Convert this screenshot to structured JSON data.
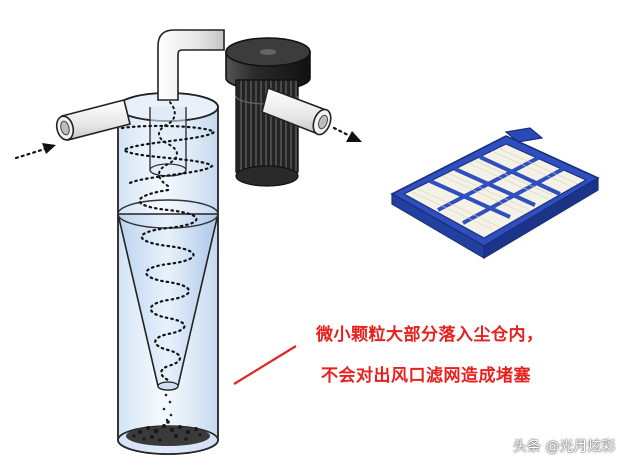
{
  "annotation": {
    "line1": "微小颗粒大部分落入尘仓内，",
    "line2": "不会对出风口滤网造成堵塞"
  },
  "watermark": "头条 @光月炫彩",
  "colors": {
    "annotation_red": "#e8201e",
    "cyclone_glass": "#d6e6f6",
    "filter_frame_blue": "#2f4fbf",
    "filter_media": "#f4f1e6",
    "motor_dark": "#2c2c2c",
    "pipe_white": "#f4f4f4"
  },
  "icons": {
    "inlet_arrow": "arrow-right-icon",
    "outlet_arrow": "arrow-right-icon"
  }
}
